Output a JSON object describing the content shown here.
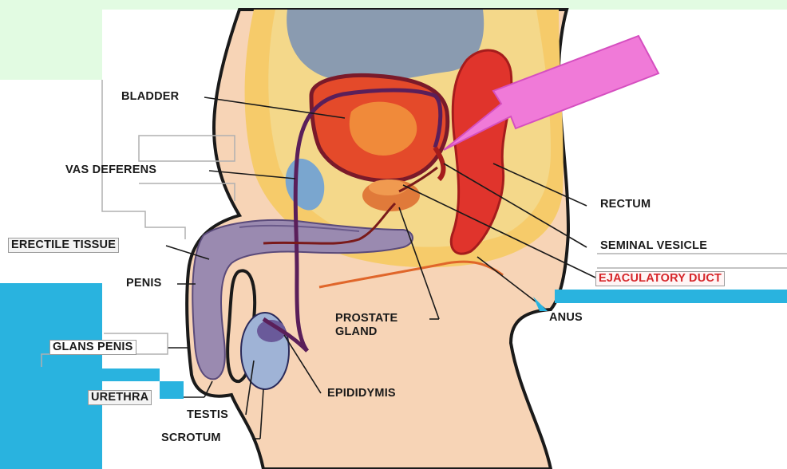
{
  "diagram": {
    "labels": {
      "bladder": "BLADDER",
      "vas_deferens": "VAS DEFERENS",
      "erectile_tissue": "ERECTILE TISSUE",
      "penis": "PENIS",
      "glans_penis": "GLANS PENIS",
      "urethra": "URETHRA",
      "testis": "TESTIS",
      "scrotum": "SCROTUM",
      "epididymis": "EPIDIDYMIS",
      "prostate_line1": "PROSTATE",
      "prostate_line2": "GLAND",
      "rectum": "RECTUM",
      "seminal_vesicle": "SEMINAL VESICLE",
      "ejaculatory_duct": "EJACULATORY DUCT",
      "anus": "ANUS"
    },
    "highlighted_label": "ejaculatory_duct",
    "colors": {
      "highlight_text": "#d6262a",
      "pointer_arrow": "#f07ad8",
      "bg_green": "#e2fbe2",
      "bg_blue": "#29b3df"
    }
  }
}
